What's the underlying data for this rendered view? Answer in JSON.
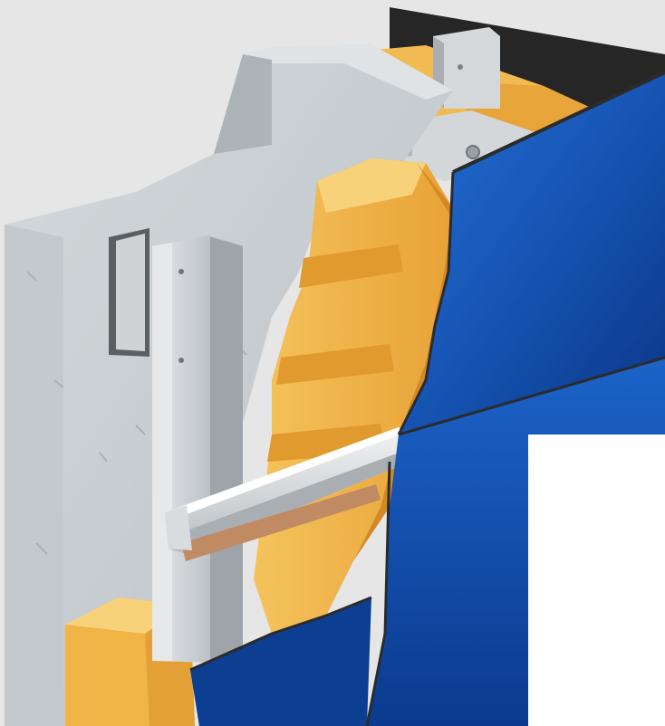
{
  "colors": {
    "background": "#e6e6e6",
    "concrete_face": "#c9cfd2",
    "concrete_side": "#b5bcc0",
    "concrete_top": "#dde1e3",
    "insulation_light": "#f6c662",
    "insulation_mid": "#eeaa3c",
    "insulation_dark": "#d98f26",
    "metal_light": "#dfe2e4",
    "metal_mid": "#c2c7cb",
    "metal_dark": "#8d9398",
    "panel_light": "#1f6ad0",
    "panel_dark": "#0a3b8c",
    "back_wall": "#262626"
  },
  "components": [
    {
      "name": "concrete-wall",
      "icon": "concrete-slab"
    },
    {
      "name": "mineral-wool-insulation",
      "icon": "insulation-batt"
    },
    {
      "name": "wall-bracket",
      "icon": "l-bracket"
    },
    {
      "name": "vertical-profile",
      "icon": "t-profile"
    },
    {
      "name": "horizontal-rail",
      "icon": "rail-profile"
    },
    {
      "name": "facade-panel",
      "icon": "cladding-panel"
    }
  ]
}
